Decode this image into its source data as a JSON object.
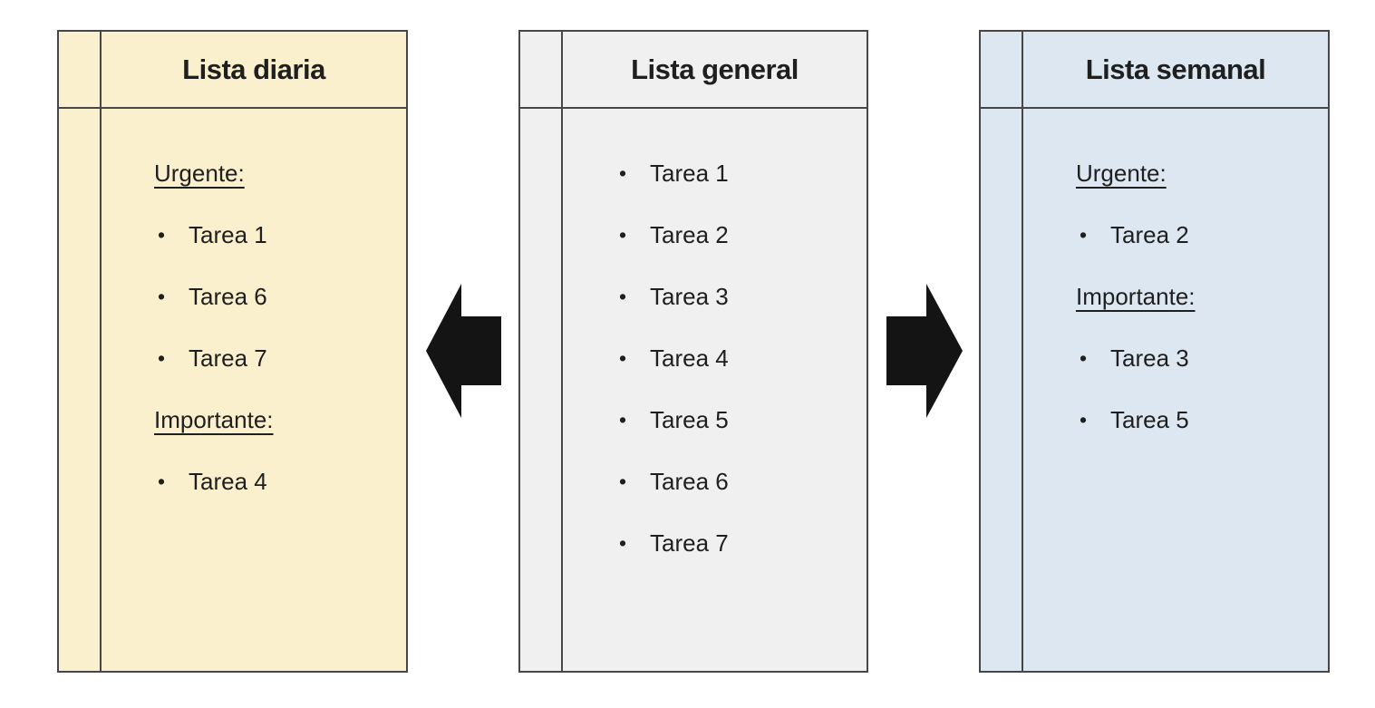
{
  "panels": [
    {
      "id": "lista-diaria",
      "title": "Lista diaria",
      "bg": "#FAF0CD",
      "items": [
        {
          "type": "heading",
          "text": "Urgente:"
        },
        {
          "type": "bullet",
          "text": "Tarea 1"
        },
        {
          "type": "bullet",
          "text": "Tarea 6"
        },
        {
          "type": "bullet",
          "text": "Tarea 7"
        },
        {
          "type": "heading",
          "text": "Importante:"
        },
        {
          "type": "bullet",
          "text": "Tarea 4"
        }
      ]
    },
    {
      "id": "lista-general",
      "title": "Lista general",
      "bg": "#F0F0F0",
      "items": [
        {
          "type": "bullet",
          "text": "Tarea 1"
        },
        {
          "type": "bullet",
          "text": "Tarea 2"
        },
        {
          "type": "bullet",
          "text": "Tarea 3"
        },
        {
          "type": "bullet",
          "text": "Tarea 4"
        },
        {
          "type": "bullet",
          "text": "Tarea 5"
        },
        {
          "type": "bullet",
          "text": "Tarea 6"
        },
        {
          "type": "bullet",
          "text": "Tarea 7"
        }
      ]
    },
    {
      "id": "lista-semanal",
      "title": "Lista semanal",
      "bg": "#DDE7F1",
      "items": [
        {
          "type": "heading",
          "text": "Urgente:"
        },
        {
          "type": "bullet",
          "text": "Tarea 2"
        },
        {
          "type": "heading",
          "text": "Importante:"
        },
        {
          "type": "bullet",
          "text": "Tarea 3"
        },
        {
          "type": "bullet",
          "text": "Tarea 5"
        }
      ]
    }
  ],
  "bullet_char": "•",
  "arrows": [
    {
      "direction": "left"
    },
    {
      "direction": "right"
    }
  ],
  "colors": {
    "border": "#474747",
    "text": "#1f1f1f",
    "arrow": "#141414",
    "panel_daily_bg": "#FAF0CD",
    "panel_general_bg": "#F0F0F0",
    "panel_weekly_bg": "#DDE7F1",
    "page_bg": "#FFFFFF"
  }
}
